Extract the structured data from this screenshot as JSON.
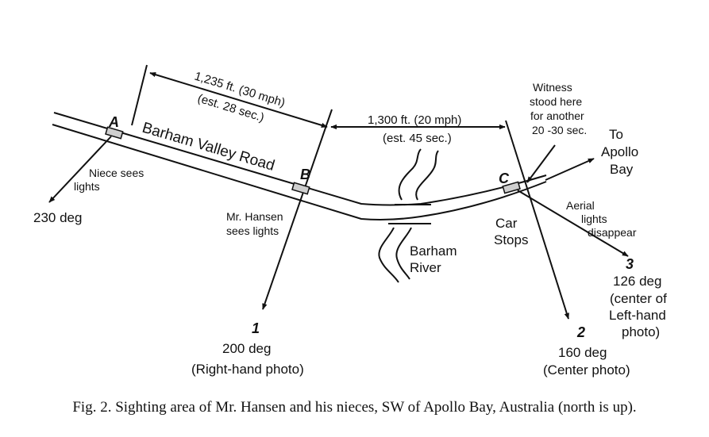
{
  "points": {
    "a": {
      "letter": "A",
      "note": [
        "Niece sees",
        "lights"
      ],
      "bearing": "230 deg"
    },
    "b": {
      "letter": "B",
      "note": [
        "Mr. Hansen",
        "sees lights"
      ],
      "number": "1",
      "bearing": "200 deg",
      "photo": "(Right-hand photo)"
    },
    "c": {
      "letter": "C",
      "note": [
        "Car",
        "Stops"
      ],
      "number": "2",
      "bearing": "160 deg",
      "photo": "(Center photo)"
    }
  },
  "segment_ab": {
    "distance": "1,235 ft.  (30 mph)",
    "time": "(est. 28 sec.)"
  },
  "segment_bc": {
    "distance": "1,300 ft.  (20 mph)",
    "time": "(est.  45 sec.)"
  },
  "road_label": "Barham  Valley  Road",
  "river_label": [
    "Barham",
    "River"
  ],
  "witness_note": [
    "Witness",
    "stood here",
    "for another",
    "20 -30 sec."
  ],
  "destination": [
    "To",
    "Apollo",
    "Bay"
  ],
  "disappear": {
    "note": [
      "Aerial",
      "lights",
      "disappear"
    ],
    "number": "3",
    "bearing": "126 deg",
    "photo": [
      "(center of",
      "Left-hand",
      "photo)"
    ]
  },
  "caption": "Fig. 2. Sighting area of Mr. Hansen and his nieces, SW of Apollo Bay, Australia (north is up)."
}
